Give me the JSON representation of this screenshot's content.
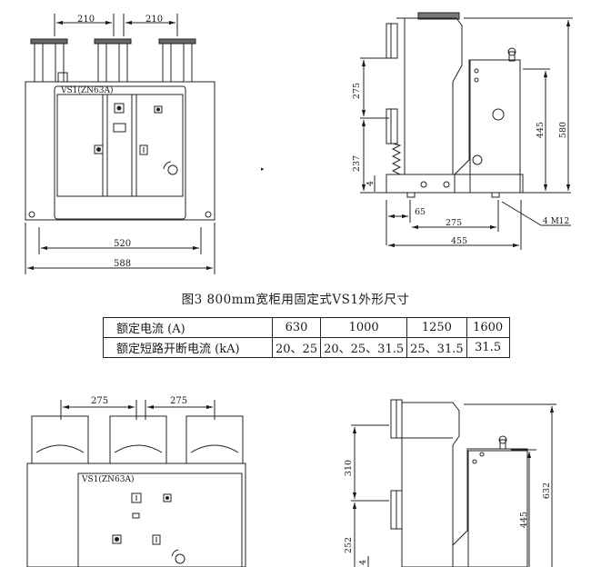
{
  "figure3": {
    "caption": "图3 800mm宽柜用固定式VS1外形尺寸",
    "front_view": {
      "nameplate": "VS1(ZN63A)",
      "dims": {
        "pole_spacing_left": "210",
        "pole_spacing_right": "210",
        "mount_spacing": "520",
        "overall_width": "588"
      }
    },
    "side_view": {
      "dims": {
        "upper_height": "275",
        "lower_height": "237",
        "base_offset": "4",
        "height_445": "445",
        "height_580": "580",
        "bottom_65": "65",
        "bottom_275": "275",
        "bottom_455": "455",
        "bolt": "4 M12"
      }
    }
  },
  "table": {
    "rows": [
      {
        "label": "额定电流 (A)",
        "cells": [
          "630",
          "1000",
          "1250",
          "1600"
        ]
      },
      {
        "label": "额定短路开断电流 (kA)",
        "cells": [
          "20、25",
          "20、25、31.5",
          "25、31.5",
          "31.5"
        ]
      }
    ]
  },
  "figure4": {
    "front_view": {
      "nameplate": "VS1(ZN63A)",
      "dims": {
        "pole_spacing_left": "275",
        "pole_spacing_right": "275"
      }
    },
    "side_view": {
      "dims": {
        "upper_height": "310",
        "lower_height": "252",
        "base_offset": "4",
        "height_445": "445",
        "height_632": "632"
      }
    }
  }
}
